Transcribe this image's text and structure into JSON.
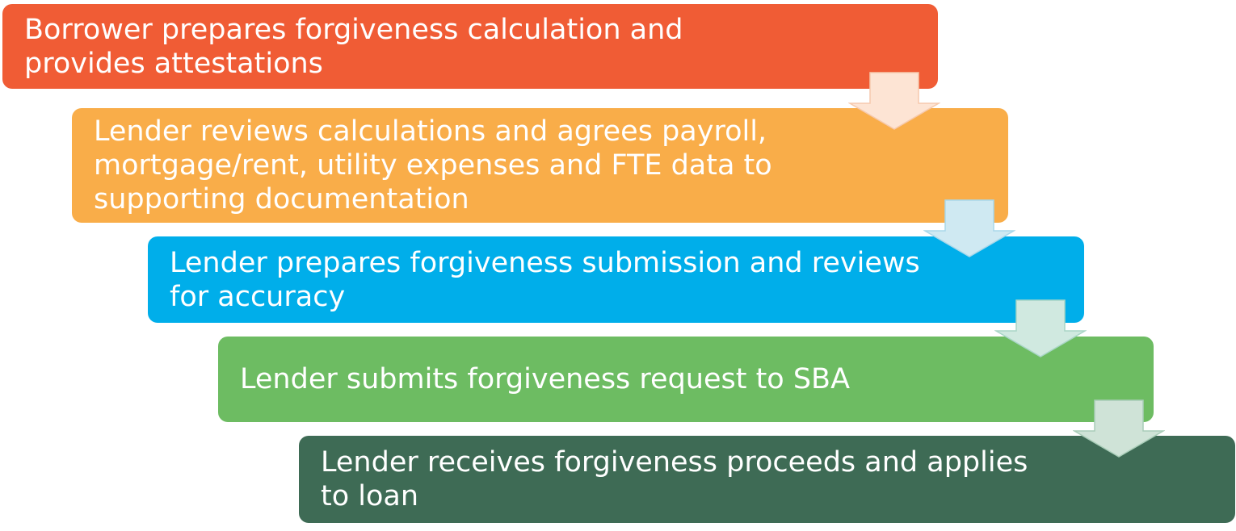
{
  "steps": [
    {
      "text": "Borrower prepares forgiveness calculation and\nprovides attestations",
      "color": "#f05c35"
    },
    {
      "text": "Lender reviews calculations and agrees payroll,\nmortgage/rent, utility expenses and FTE data to\nsupporting documentation",
      "color": "#f9ad49"
    },
    {
      "text": "Lender prepares forgiveness submission and reviews\nfor accuracy",
      "color": "#00aeea"
    },
    {
      "text": "Lender submits forgiveness request to SBA",
      "color": "#6dbc62"
    },
    {
      "text": "Lender receives forgiveness proceeds and applies\nto loan",
      "color": "#3e6b55"
    }
  ],
  "arrows": [
    {
      "icon": "down-arrow-icon",
      "fill": "#fde4d4"
    },
    {
      "icon": "down-arrow-icon",
      "fill": "#cfe9f2"
    },
    {
      "icon": "down-arrow-icon",
      "fill": "#d0e9e0"
    },
    {
      "icon": "down-arrow-icon",
      "fill": "#cfe3d7"
    }
  ]
}
